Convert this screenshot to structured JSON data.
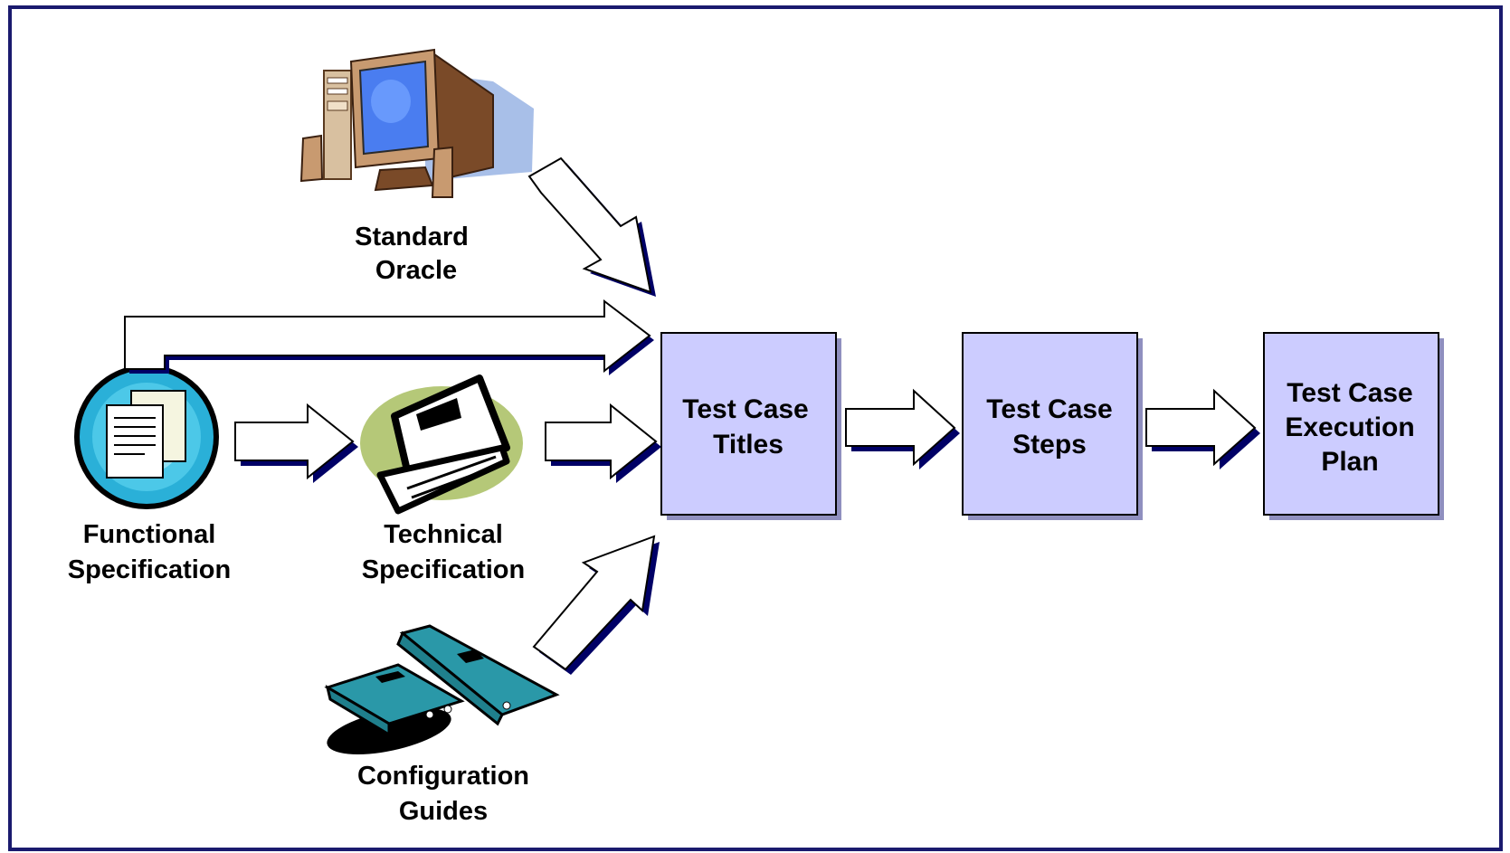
{
  "colors": {
    "frame": "#1a1a6e",
    "box_fill": "#ccccff",
    "box_shadow": "#8f8fbf",
    "arrow_fill": "#ffffff",
    "arrow_shadow": "#000066"
  },
  "sources": {
    "standard_oracle": {
      "line1": "Standard",
      "line2": "Oracle",
      "icon": "desktop-computer-icon"
    },
    "functional_spec": {
      "line1": "Functional",
      "line2": "Specification",
      "icon": "documents-icon"
    },
    "technical_spec": {
      "line1": "Technical",
      "line2": "Specification",
      "icon": "laptop-icon"
    },
    "config_guides": {
      "line1": "Configuration",
      "line2": "Guides",
      "icon": "binders-icon"
    }
  },
  "process": {
    "titles": {
      "line1": "Test Case",
      "line2": "Titles"
    },
    "steps": {
      "line1": "Test Case",
      "line2": "Steps"
    },
    "plan": {
      "line1": "Test Case",
      "line2": "Execution",
      "line3": "Plan"
    }
  }
}
